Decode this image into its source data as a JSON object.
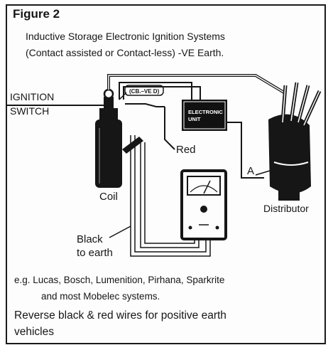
{
  "figure": {
    "title": "Figure 2",
    "subtitle_line1": "Inductive Storage Electronic Ignition Systems",
    "subtitle_line2": "(Contact assisted or Contact-less) -VE Earth."
  },
  "labels": {
    "ignition_line1": "IGNITION",
    "ignition_line2": "SWITCH",
    "cb_ve": "(CB.–VE D)",
    "electronic_unit_line1": "ELECTRONIC",
    "electronic_unit_line2": "UNIT",
    "red": "Red",
    "coil": "Coil",
    "a": "A",
    "distributor": "Distributor",
    "black_line1": "Black",
    "black_line2": "to earth"
  },
  "notes": {
    "examples_line1": "e.g. Lucas, Bosch, Lumenition, Pirhana, Sparkrite",
    "examples_line2": "and most Mobelec systems.",
    "reverse_line1": "Reverse black & red wires for positive earth",
    "reverse_line2": "vehicles"
  },
  "colors": {
    "ink": "#161616",
    "paper": "#fdfdfd",
    "unit_fill": "#111111"
  }
}
